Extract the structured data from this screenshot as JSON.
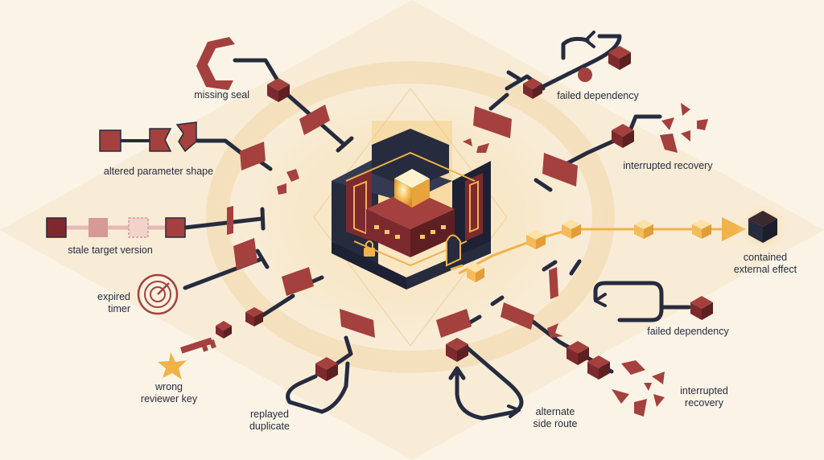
{
  "colors": {
    "background": "#fbf4e6",
    "navy": "#262b3e",
    "maroon": "#7c2a2e",
    "brick": "#a4403e",
    "amber": "#f0b24a",
    "amber_light": "#f8d88e",
    "glow": "#f6d8a8"
  },
  "labels": {
    "missing_seal": "missing seal",
    "altered_parameter_shape": "altered parameter shape",
    "stale_target_version": "stale target version",
    "expired_timer": [
      "expired",
      "timer"
    ],
    "wrong_reviewer_key": [
      "wrong",
      "reviewer key"
    ],
    "replayed_duplicate": [
      "replayed",
      "duplicate"
    ],
    "alternate_side_route": [
      "alternate",
      "side route"
    ],
    "interrupted_recovery_bottom": [
      "interrupted",
      "recovery"
    ],
    "failed_dependency_right": "failed dependency",
    "contained_external_effect": [
      "contained",
      "external effect"
    ],
    "interrupted_recovery_top": "interrupted recovery",
    "failed_dependency_top": "failed dependency"
  },
  "icons": [
    "fortress-icon",
    "lock-icon",
    "seal-bracket-icon",
    "timer-dial-icon",
    "key-icon",
    "loop-arrow-icon",
    "shard-fragments-icon",
    "barrier-block-icon",
    "glowing-cube-icon"
  ]
}
